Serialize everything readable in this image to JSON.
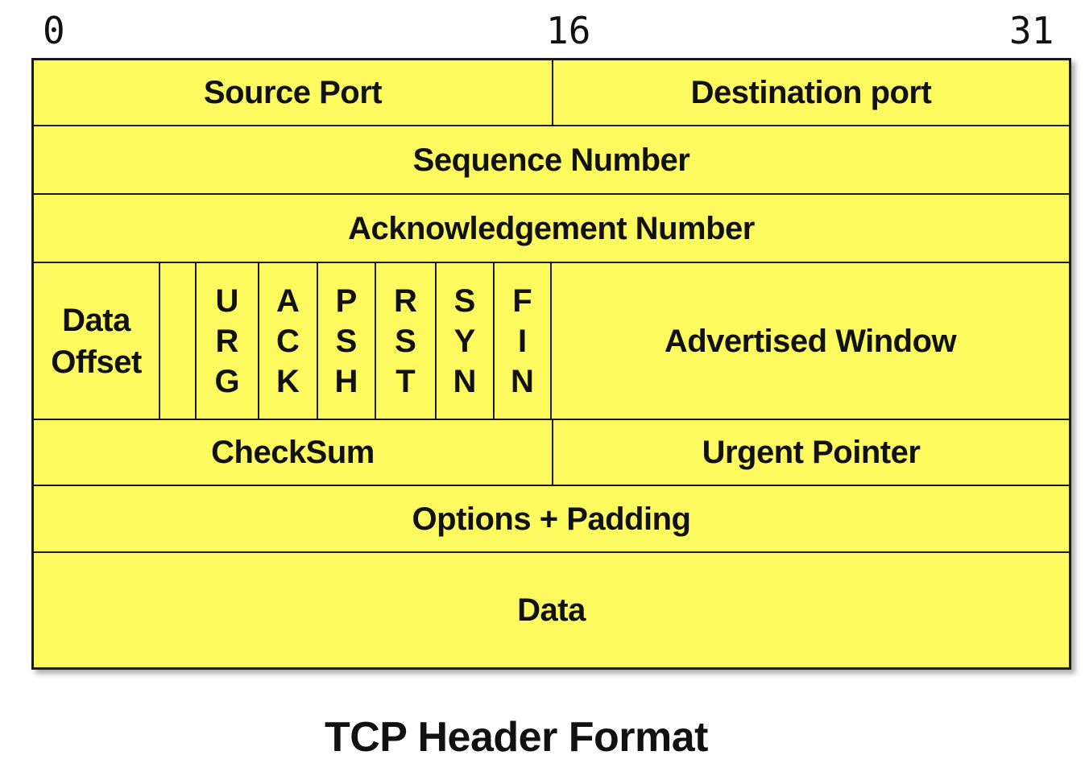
{
  "diagram": {
    "bit_scale": {
      "start": "0",
      "middle": "16",
      "end": "31"
    },
    "rows": {
      "row1_left": "Source Port",
      "row1_right": "Destination port",
      "row2": "Sequence Number",
      "row3": "Acknowledgement Number",
      "row4_data_offset": "Data Offset",
      "row4_reserved": "",
      "row4_flags": [
        "URG",
        "ACK",
        "PSH",
        "RST",
        "SYN",
        "FIN"
      ],
      "row4_advertised_window": "Advertised Window",
      "row5_left": "CheckSum",
      "row5_right": "Urgent Pointer",
      "row6": "Options + Padding",
      "row7": "Data"
    },
    "caption": "TCP Header Format",
    "colors": {
      "cell_fill": "#FDFA5F",
      "border": "#1A1A1A",
      "text": "#111111",
      "page_background": "#FFFFFF"
    }
  }
}
